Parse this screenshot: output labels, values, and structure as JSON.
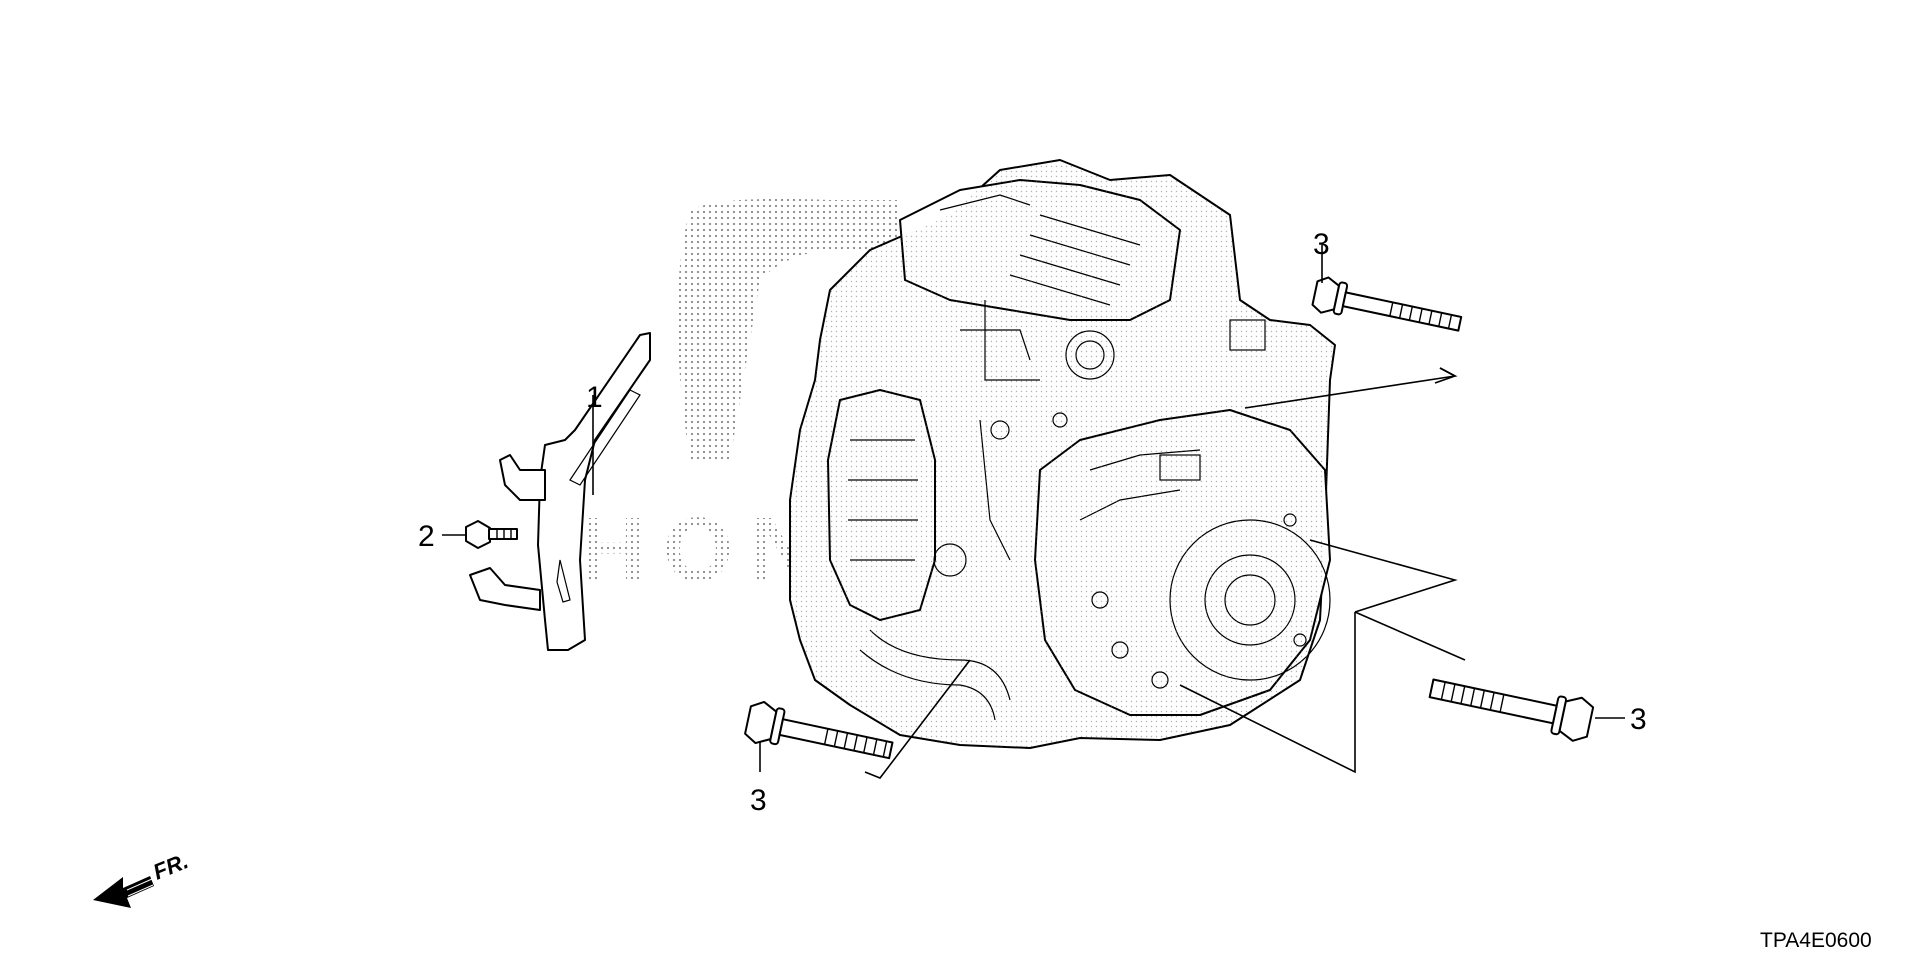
{
  "diagram": {
    "callouts": [
      {
        "id": "1"
      },
      {
        "id": "2"
      },
      {
        "id": "3"
      },
      {
        "id": "3"
      },
      {
        "id": "3"
      }
    ],
    "front_indicator": "FR.",
    "diagram_code": "TPA4E0600",
    "watermark_text": "HONDA"
  }
}
